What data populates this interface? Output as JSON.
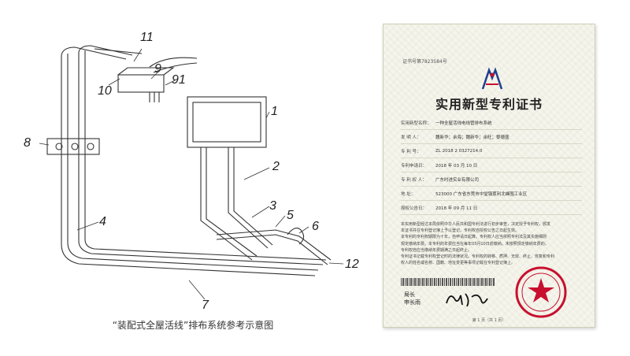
{
  "diagram": {
    "labels": [
      "11",
      "9",
      "91",
      "10",
      "1",
      "8",
      "2",
      "3",
      "5",
      "6",
      "4",
      "12",
      "7"
    ]
  },
  "caption": "“装配式全屋活线”排布系统参考示意图",
  "certificate": {
    "cert_no": "证书号第7823584号",
    "title": "实用新型专利证书",
    "fields": [
      {
        "label": "实用新型名称：",
        "value": "一种全屋活线电线管排布系统"
      },
      {
        "label": "发 明 人：",
        "value": "魏新华；余海；魏新华；余旺；黎德盛"
      },
      {
        "label": "专 利 号：",
        "value": "ZL 2018 2 0327214.0"
      },
      {
        "label": "专利申请日：",
        "value": "2018 年 03 月 10 日"
      },
      {
        "label": "专 利 权 人：",
        "value": "广东时进实业有限公司"
      },
      {
        "label": "地 址：",
        "value": "523000 广东省东莞市中堂镇蕉利北峰围工业区"
      },
      {
        "label": "授权公告日：",
        "value": "2018 年 09 月 11 日"
      }
    ],
    "body_lines": [
      "本实用新型经过本局依照中华人民共和国专利法进行初步审查，决定授予专利权，颁发",
      "本证书并在专利登记簿上予以登记。专利权自授权公告之日起生效。",
      "本专利的专利权期限为十年，自申请日起算。专利权人应当依照专利法及其实施细则",
      "规定缴纳年费。本专利的年费应当在每年03月10日前缴纳。未按照规定缴纳年费的，",
      "专利权自应当缴纳年费期满之日起终止。",
      "专利证书记载专利权登记时的法律状况。专利权的转移、质押、无效、终止、恢复和专利",
      "权人的姓名或名称、国籍、地址变更等事项记载在专利登记簿上。"
    ],
    "sign_label_1": "局长",
    "sign_label_2": "申长雨",
    "page": "第 1 页（共 1 页）"
  }
}
